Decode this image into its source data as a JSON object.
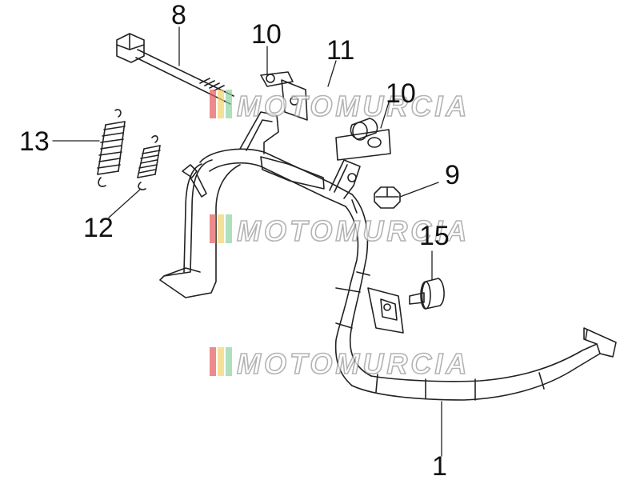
{
  "diagram": {
    "callouts": [
      {
        "id": "1",
        "label": "1"
      },
      {
        "id": "8",
        "label": "8"
      },
      {
        "id": "9",
        "label": "9"
      },
      {
        "id": "10",
        "label": "10"
      },
      {
        "id": "11",
        "label": "11"
      },
      {
        "id": "12",
        "label": "12"
      },
      {
        "id": "13",
        "label": "13"
      },
      {
        "id": "15",
        "label": "15"
      },
      {
        "id": "10b",
        "label": "10"
      }
    ],
    "parts": [
      "center-stand",
      "pivot-bolt",
      "nut",
      "bracket-plate",
      "bushing",
      "spring-small",
      "spring-large",
      "rubber-stop",
      "gasket"
    ]
  },
  "watermark": {
    "text": "MOTOMURCIA",
    "stripe_colors": [
      "#e45a5a",
      "#f1d36b",
      "#8fd19e"
    ]
  }
}
